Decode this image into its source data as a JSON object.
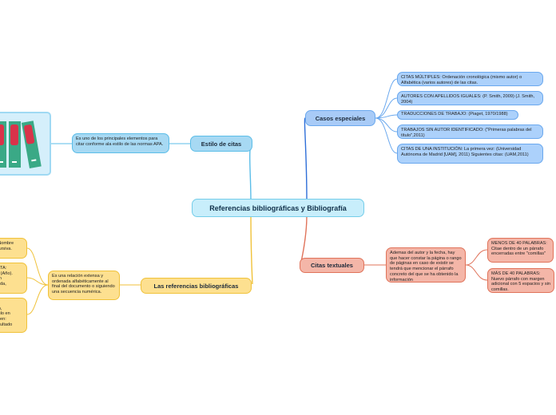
{
  "central": "Referencias bibliográficas y Bibliografía",
  "estilo": {
    "title": "Estilo de citas",
    "note": "Es uno de los principales elementos para citar conforme ala estilo de las normas APA."
  },
  "casos": {
    "title": "Casos especiales",
    "items": [
      "CITAS MÚLTIPLES: Ordenación cronológica (mismo autor) o Alfabética (varios autores) de las citas.",
      "AUTORES CON APELLIDOS IGUALES: (P. Smith, 2009) (J. Smith, 2004)",
      "TRADUCCIONES DE TRABAJO: (Piaget, 1970/1988)",
      "TRABAJOS SIN AUTOR IDENTIFICADO: (\"Primeras palabras del título\",2011)",
      "CITAS DE UNA INSTITUCIÓN: La primera vez: (Universidad Autónoma de Madrid [UAM], 2011) Siguientes citas: (UAM,2011)"
    ]
  },
  "textuales": {
    "title": "Citas textuales",
    "note": "Ademas del autor y la fecha, hay que hacer constar la página o rango de páginas en caso de existir se tendrá que mencionar el párrafo concreto del que se ha obtenido la información",
    "items": [
      "MENOS DE 40 PALABRAS: Citae dentro de un párrafo encerradas entre \"comillas\"",
      "MÁS DE 40 PALABRAS: Nuevo párrafo con margen adicional con 5 espacios y sin comillas."
    ]
  },
  "referencias": {
    "title": "Las referencias bibliográficas",
    "note": "Es una relación extensa y ordenada alfabéticamente al final del documento o siguiendo una secuencia numérica.",
    "partial": [
      "o, Nombre\nn cursiva.\ntal.",
      "VISTA:\nbre (Año).\na en\nayada,\na.",
      "N\nllido,\nTítulo en\nble en:\nonsultado"
    ]
  },
  "colors": {
    "blue_branch": "#5bbde8",
    "dark_blue_branch": "#2f6fd8",
    "red_branch": "#e0735a",
    "yellow_branch": "#f0c23a",
    "book_green": "#3aa986",
    "book_red": "#d9334a"
  }
}
